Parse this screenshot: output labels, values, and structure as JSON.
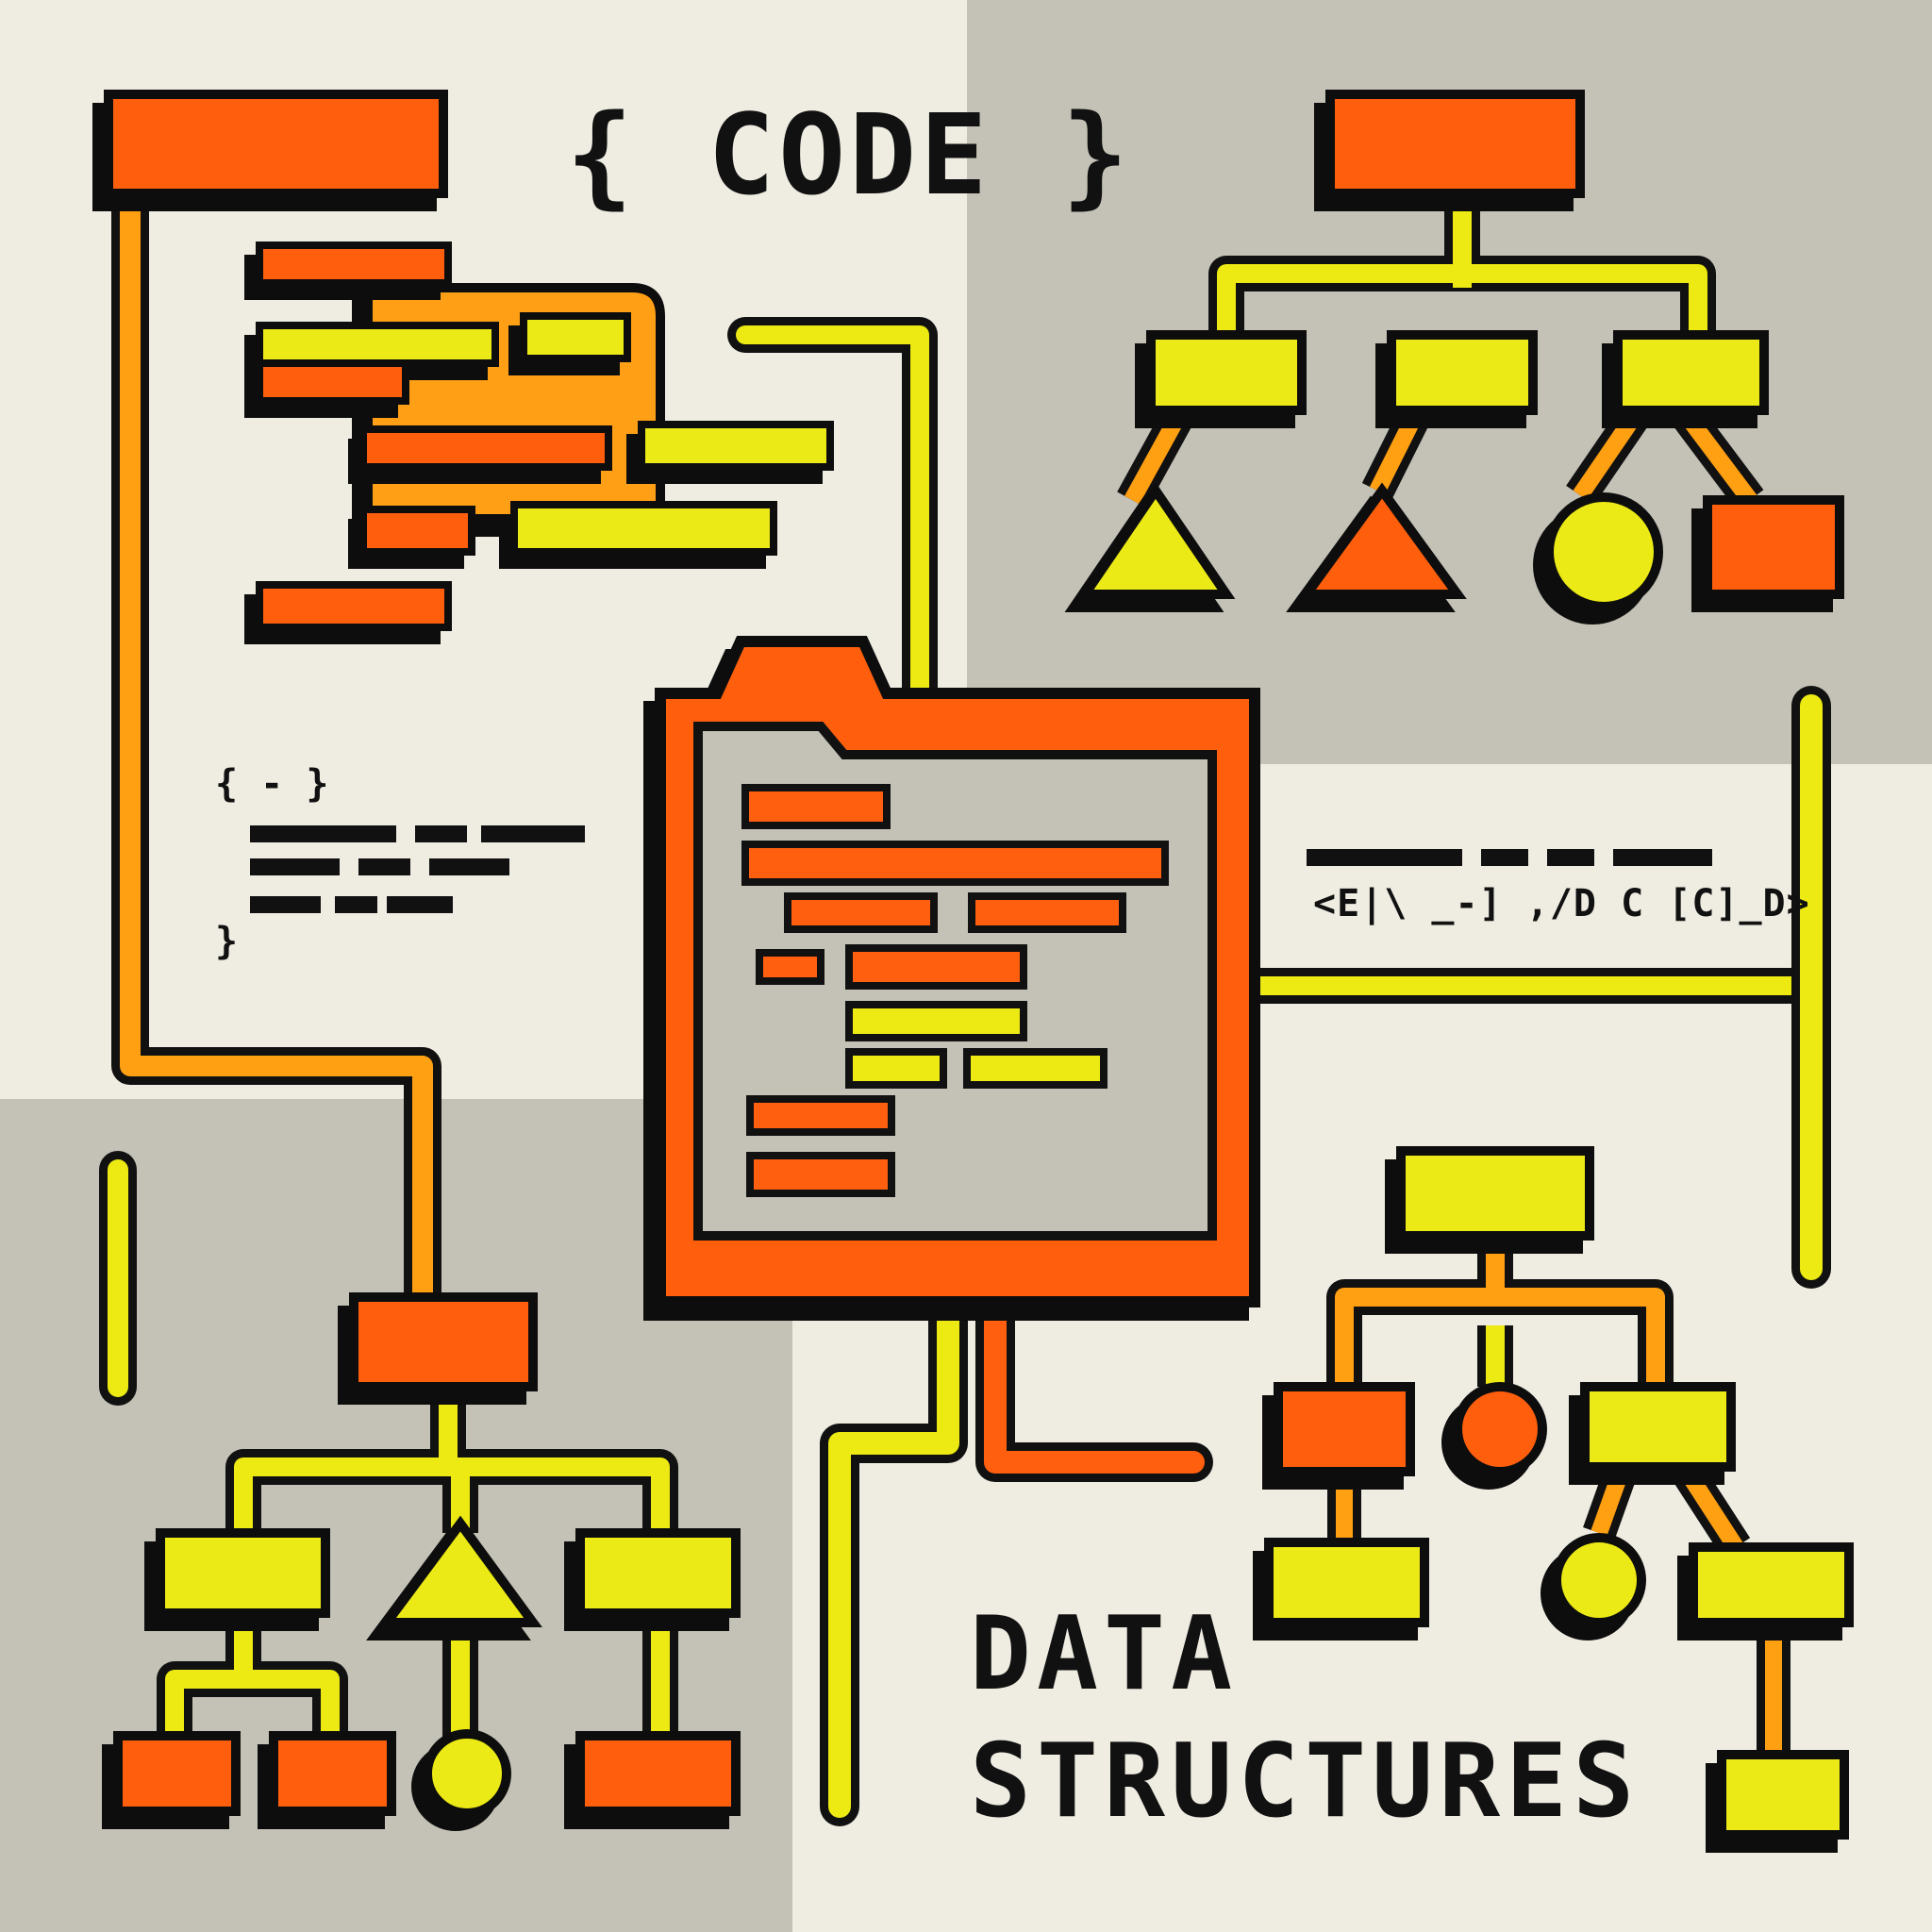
{
  "title": "{ CODE }",
  "code_snippet": {
    "open": "{ - }",
    "close": "}"
  },
  "caption": "<E|\\ _-] ,/D C [C]_D>",
  "footer": {
    "line1": "DATA",
    "line2": "STRUCTURES"
  },
  "colors": {
    "background_light": "#efede2",
    "background_gray": "#c4c2b6",
    "orange": "#ff5f0f",
    "amber": "#ff9f12",
    "yellow": "#ecea12",
    "outline": "#111111"
  },
  "icons": [
    "folder-icon",
    "tree-diagram-icon",
    "flowchart-icon",
    "code-block-icon"
  ]
}
